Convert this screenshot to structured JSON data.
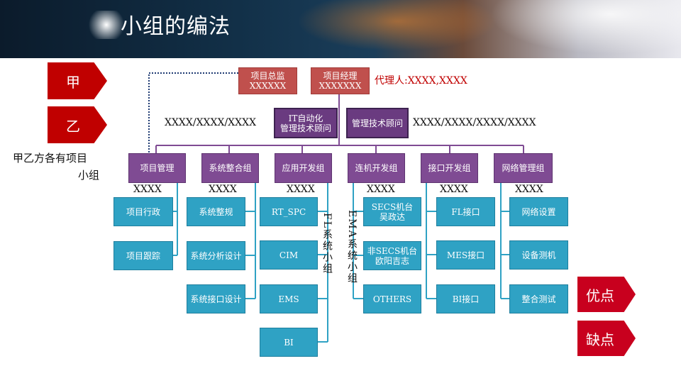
{
  "banner": {
    "title": "小组的编法"
  },
  "side": {
    "jia": "甲",
    "yi": "乙",
    "note_line1": "甲乙方各有项目",
    "note_line2": "小组"
  },
  "top": {
    "director_title": "项目总监",
    "director_name": "XXXXXX",
    "manager_title": "项目经理",
    "manager_name": "XXXXXXX",
    "agent": "代理人:XXXX,XXXX"
  },
  "advisors": {
    "it_line1": "IT自动化",
    "it_line2": "管理技术顾问",
    "mgmt": "管理技术顾问",
    "left_names": "XXXX/XXXX/XXXX",
    "right_names": "XXXX/XXXX/XXXX/XXXX"
  },
  "groups": [
    {
      "label": "项目管理",
      "lead": "XXXX"
    },
    {
      "label": "系统整合组",
      "lead": "XXXX"
    },
    {
      "label": "应用开发组",
      "lead": "XXXX"
    },
    {
      "label": "连机开发组",
      "lead": "XXXX"
    },
    {
      "label": "接口开发组",
      "lead": "XXXX"
    },
    {
      "label": "网络管理组",
      "lead": "XXXX"
    }
  ],
  "tasks": {
    "pm": [
      "项目行政",
      "项目跟踪"
    ],
    "si": [
      "系统整规",
      "系统分析设计",
      "系统接口设计"
    ],
    "app": [
      "RT_SPC",
      "CIM",
      "EMS",
      "BI"
    ],
    "eq": [
      [
        "SECS机台",
        "吴政达"
      ],
      [
        "非SECS机台",
        "欧阳吉志"
      ],
      [
        "OTHERS"
      ]
    ],
    "intf": [
      "FL接口",
      "MES接口",
      "BI接口"
    ],
    "net": [
      "网络设置",
      "设备测机",
      "整合测试"
    ]
  },
  "vertical_labels": {
    "fl": "FL系统小组",
    "ema": "EMA系统小组"
  },
  "buttons": {
    "pros": "优点",
    "cons": "缺点"
  }
}
